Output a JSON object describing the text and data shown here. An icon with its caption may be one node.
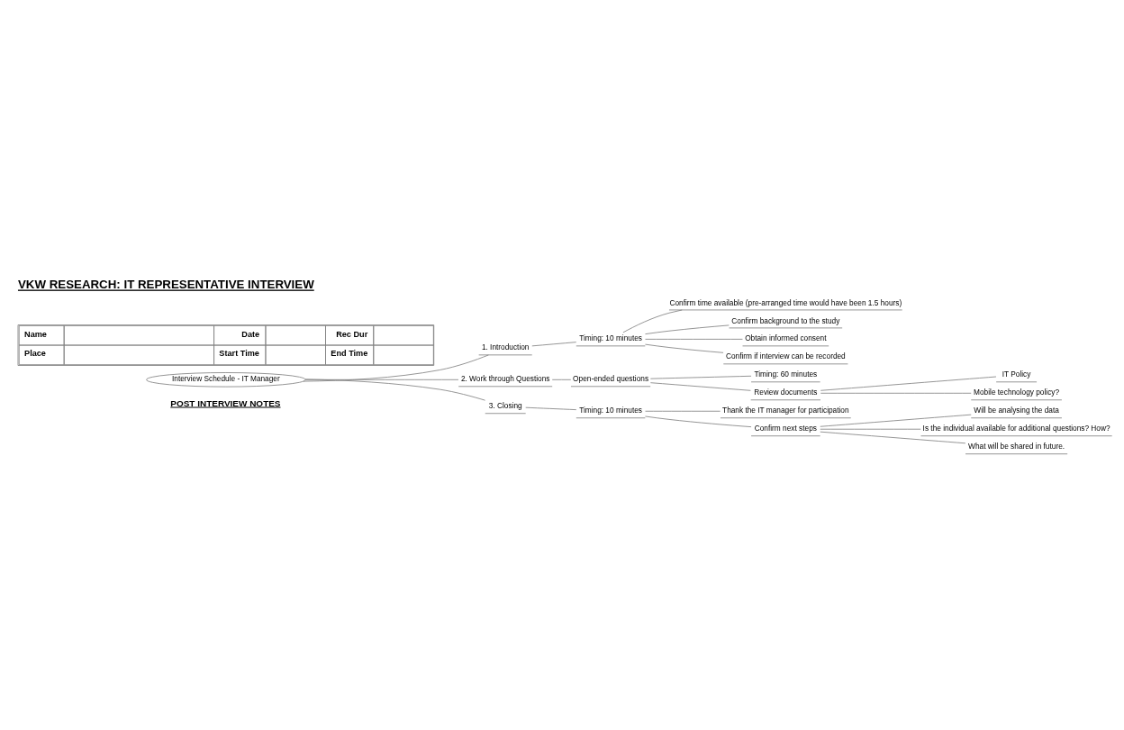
{
  "diagram": {
    "title": "VKW RESEARCH: IT REPRESENTATIVE INTERVIEW",
    "nodes": [
      {
        "text": [
          "Interview Schedule - IT Manager"
        ]
      },
      {
        "text": [
          "1. Introduction"
        ]
      },
      {
        "text": [
          "Timing: 10 minutes"
        ]
      },
      {
        "text": [
          "Confirm time available (pre-arranged time would have been 1.5 hours)"
        ]
      },
      {
        "text": [
          "Confirm background to the study"
        ]
      },
      {
        "text": [
          "Obtain informed consent"
        ]
      },
      {
        "text": [
          "Confirm if interview can be recorded"
        ]
      },
      {
        "text": [
          "2. Work through Questions"
        ]
      },
      {
        "text": [
          "Open-ended questions"
        ]
      },
      {
        "text": [
          "Timing: 60 minutes"
        ]
      },
      {
        "text": [
          "Review documents"
        ]
      },
      {
        "text": [
          "IT Policy"
        ]
      },
      {
        "text": [
          "Mobile technology policy?"
        ]
      },
      {
        "text": [
          "3. Closing"
        ]
      },
      {
        "text": [
          "Timing: 10 minutes"
        ]
      },
      {
        "text": [
          "Thank the IT manager for participation"
        ]
      },
      {
        "text": [
          "Confirm next steps"
        ]
      },
      {
        "text": [
          "Will be analysing the data"
        ]
      },
      {
        "text": [
          "Is the individual available for additional questions? How?"
        ]
      },
      {
        "text": [
          "What will be shared in future."
        ]
      }
    ],
    "edges": [
      {
        "from": 0,
        "to": 1,
        "arrow": "none"
      },
      {
        "from": 1,
        "to": 2,
        "arrow": "none"
      },
      {
        "from": 2,
        "to": 3,
        "arrow": "none"
      },
      {
        "from": 2,
        "to": 4,
        "arrow": "none"
      },
      {
        "from": 2,
        "to": 5,
        "arrow": "none"
      },
      {
        "from": 2,
        "to": 6,
        "arrow": "none"
      },
      {
        "from": 0,
        "to": 7,
        "arrow": "none"
      },
      {
        "from": 7,
        "to": 8,
        "arrow": "none"
      },
      {
        "from": 8,
        "to": 9,
        "arrow": "none"
      },
      {
        "from": 8,
        "to": 10,
        "arrow": "none"
      },
      {
        "from": 10,
        "to": 11,
        "arrow": "none"
      },
      {
        "from": 10,
        "to": 12,
        "arrow": "none"
      },
      {
        "from": 0,
        "to": 13,
        "arrow": "none"
      },
      {
        "from": 13,
        "to": 14,
        "arrow": "none"
      },
      {
        "from": 14,
        "to": 15,
        "arrow": "none"
      },
      {
        "from": 14,
        "to": 16,
        "arrow": "none"
      },
      {
        "from": 16,
        "to": 17,
        "arrow": "none"
      },
      {
        "from": 16,
        "to": 18,
        "arrow": "none"
      },
      {
        "from": 16,
        "to": 19,
        "arrow": "none"
      }
    ],
    "labels": [
      "Name",
      "Date",
      "Rec Dur",
      "Place",
      "Start Time",
      "End Time",
      "POST INTERVIEW NOTES"
    ]
  }
}
